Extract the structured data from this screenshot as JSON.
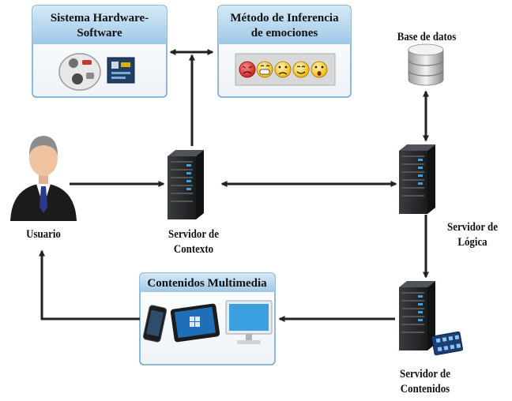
{
  "boxes": {
    "hardware": {
      "title_line1": "Sistema Hardware-",
      "title_line2": "Software"
    },
    "inference": {
      "title_line1": "Método de Inferencia",
      "title_line2": "de emociones"
    },
    "multimedia": {
      "title": "Contenidos Multimedia"
    }
  },
  "nodes": {
    "database": {
      "label": "Base de datos",
      "icon": "database-icon"
    },
    "user": {
      "label": "Usuario",
      "icon": "user-icon"
    },
    "context_server": {
      "label_line1": "Servidor de",
      "label_line2": "Contexto",
      "icon": "server-icon"
    },
    "logic_server": {
      "label_line1": "Servidor de",
      "label_line2": "Lógica",
      "icon": "server-icon"
    },
    "content_server": {
      "label_line1": "Servidor de",
      "label_line2": "Contenidos",
      "icon": "server-icon"
    }
  },
  "colors": {
    "box_header": "#b9d8ee",
    "box_border": "#6fa4cc",
    "server_body": "#222426",
    "server_led": "#3aa0e0",
    "arrow": "#222222"
  }
}
